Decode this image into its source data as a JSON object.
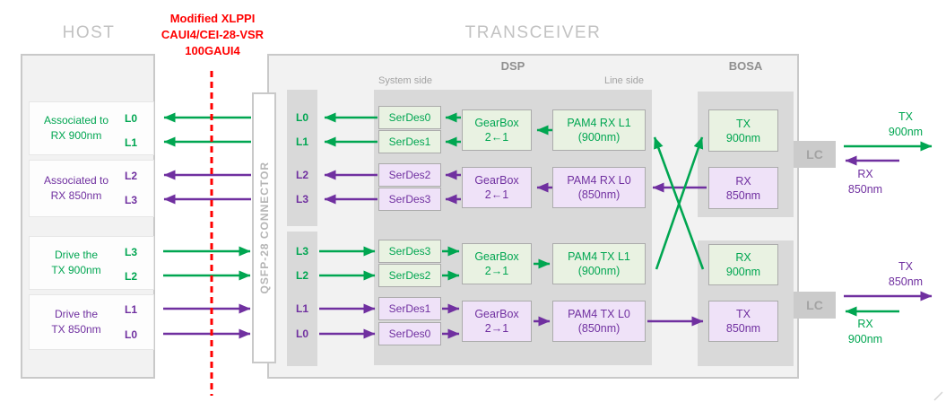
{
  "colors": {
    "green": "#00A651",
    "purple": "#7030A0",
    "red": "#FF0000",
    "green_fill": "#E9F2E2",
    "purple_fill": "#EFE2F8"
  },
  "titles": {
    "host": "HOST",
    "transceiver": "TRANSCEIVER",
    "dsp": "DSP",
    "bosa": "BOSA",
    "system_side": "System side",
    "line_side": "Line side"
  },
  "interface_note": {
    "lines": [
      "Modified XLPPI",
      "CAUI4/CEI-28-VSR",
      "100GAUI4"
    ]
  },
  "connector": {
    "label": "QSFP-28 CONNECTOR"
  },
  "host": {
    "groups": [
      {
        "line1": "Associated to",
        "line2": "RX 900nm",
        "lanes": [
          "L0",
          "L1"
        ]
      },
      {
        "line1": "Associated to",
        "line2": "RX 850nm",
        "lanes": [
          "L2",
          "L3"
        ]
      },
      {
        "line1": "Drive the",
        "line2": "TX 900nm",
        "lanes": [
          "L3",
          "L2"
        ]
      },
      {
        "line1": "Drive the",
        "line2": "TX 850nm",
        "lanes": [
          "L1",
          "L0"
        ]
      }
    ]
  },
  "transceiver": {
    "lanes_top": [
      "L0",
      "L1",
      "L2",
      "L3"
    ],
    "lanes_bottom": [
      "L3",
      "L2",
      "L1",
      "L0"
    ],
    "dsp": {
      "rx_green": {
        "serdes": [
          "SerDes0",
          "SerDes1"
        ],
        "gearbox": [
          "GearBox",
          "2←1"
        ],
        "pam4": [
          "PAM4 RX L1",
          "(900nm)"
        ]
      },
      "rx_purple": {
        "serdes": [
          "SerDes2",
          "SerDes3"
        ],
        "gearbox": [
          "GearBox",
          "2←1"
        ],
        "pam4": [
          "PAM4 RX L0",
          "(850nm)"
        ]
      },
      "tx_green": {
        "serdes": [
          "SerDes3",
          "SerDes2"
        ],
        "gearbox": [
          "GearBox",
          "2→1"
        ],
        "pam4": [
          "PAM4 TX L1",
          "(900nm)"
        ]
      },
      "tx_purple": {
        "serdes": [
          "SerDes1",
          "SerDes0"
        ],
        "gearbox": [
          "GearBox",
          "2→1"
        ],
        "pam4": [
          "PAM4 TX L0",
          "(850nm)"
        ]
      }
    },
    "bosa": {
      "boxes": [
        {
          "line1": "TX",
          "line2": "900nm"
        },
        {
          "line1": "RX",
          "line2": "850nm"
        },
        {
          "line1": "RX",
          "line2": "900nm"
        },
        {
          "line1": "TX",
          "line2": "850nm"
        }
      ]
    },
    "lc_label": "LC"
  },
  "fiber_io": {
    "top": {
      "out": {
        "line1": "TX",
        "line2": "900nm"
      },
      "in": {
        "line1": "RX",
        "line2": "850nm"
      }
    },
    "bottom": {
      "out": {
        "line1": "TX",
        "line2": "850nm"
      },
      "in": {
        "line1": "RX",
        "line2": "900nm"
      }
    }
  }
}
